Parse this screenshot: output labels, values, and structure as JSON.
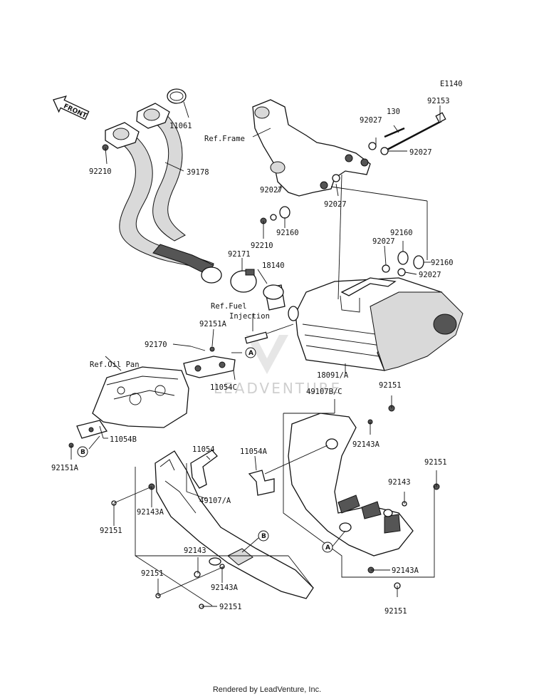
{
  "diagram_code": "E1140",
  "front_indicator": "FRONT",
  "watermark": "LEADVENTURE",
  "footer": "Rendered by LeadVenture, Inc.",
  "callouts": {
    "a": "A",
    "b": "B"
  },
  "labels": {
    "p11061": "11061",
    "p92210_top": "92210",
    "p39178": "39178",
    "ref_frame": "Ref.Frame",
    "p130": "130",
    "p92153": "92153",
    "p92027_a": "92027",
    "p92027_b": "92027",
    "p92027_c": "92027",
    "p92027_d": "92027",
    "p92027_e": "92027",
    "p92027_f": "92027",
    "p92160_a": "92160",
    "p92160_b": "92160",
    "p92160_c": "92160",
    "p92210_mid": "92210",
    "p92171": "92171",
    "p18140": "18140",
    "ref_fuel_1": "Ref.Fuel",
    "ref_fuel_2": "Injection",
    "p92151A_top": "92151A",
    "p92170": "92170",
    "ref_oil_pan": "Ref.Oil Pan",
    "p11054C": "11054C",
    "p18091A": "18091/A",
    "p49107BC": "49107B/C",
    "p92151_r1": "92151",
    "p11054B": "11054B",
    "p92151A_bot": "92151A",
    "p11054": "11054",
    "p11054A": "11054A",
    "p92143A_r": "92143A",
    "p92151_r2": "92151",
    "p92143_r": "92143",
    "p49107A": "49107/A",
    "p92143A_l": "92143A",
    "p92151_l1": "92151",
    "p92143_l": "92143",
    "p92151_l2": "92151",
    "p92143A_l2": "92143A",
    "p92151_l3": "92151",
    "p92143A_r2": "92143A",
    "p92151_r3": "92151"
  }
}
